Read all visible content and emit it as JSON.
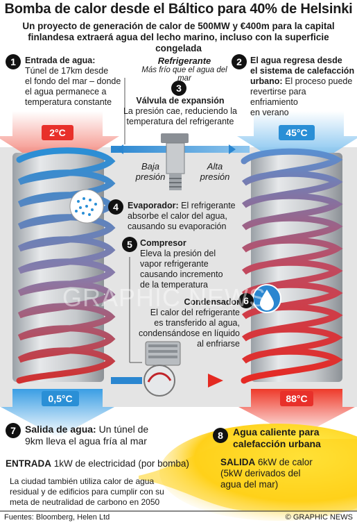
{
  "title": "Bomba de calor desde el Báltico para 40% de Helsinki",
  "subtitle_line1": "Un proyecto de generación de calor de 500MW y €400m para la capital",
  "subtitle_line2": "finlandesa extraerá agua del lecho marino, incluso con la superficie congelada",
  "steps": [
    {
      "num": "1",
      "title": "Entrada de agua:",
      "text_lines": [
        "Túnel de 17km desde",
        "el fondo del mar – donde",
        "el agua permanece a",
        "temperatura constante"
      ]
    },
    {
      "num": "2",
      "title_lines": [
        "El agua regresa desde",
        "el sistema de calefacción",
        "urbano:"
      ],
      "text_lines": [
        "El proceso puede",
        "revertirse para enfriamiento",
        "en verano"
      ]
    },
    {
      "num": "3",
      "title": "Válvula de expansión",
      "text_lines": [
        "La presión cae, reduciendo la",
        "temperatura del refrigerante"
      ]
    },
    {
      "num": "4",
      "title": "Evaporador:",
      "text_lines": [
        "El refrigerante",
        "absorbe el calor del agua,",
        "causando su evaporación"
      ]
    },
    {
      "num": "5",
      "title": "Compresor",
      "text_lines": [
        "Eleva la presión del",
        "vapor refrigerante",
        "causando incremento",
        "de la temperatura"
      ]
    },
    {
      "num": "6",
      "title": "Condensador",
      "text_lines": [
        "El calor del refrigerante",
        "es transferido al agua,",
        "condensándose en líquido",
        "al enfriarse"
      ]
    },
    {
      "num": "7",
      "title": "Salida de agua:",
      "text_lines": [
        "Un túnel de",
        "9km lleva el agua fría al mar"
      ]
    },
    {
      "num": "8",
      "title_lines": [
        "Agua caliente para",
        "calefacción urbana"
      ]
    }
  ],
  "refrigerant": {
    "title": "Refrigerante",
    "subtitle": "Más frío que el agua del mar"
  },
  "pressure": {
    "low_1": "Baja",
    "low_2": "presión",
    "high_1": "Alta",
    "high_2": "presión"
  },
  "temps": {
    "in_sea": "2°C",
    "in_return": "45°C",
    "out_sea": "0,5°C",
    "out_hot": "88°C"
  },
  "input": {
    "label": "ENTRADA",
    "text": "1kW de electricidad (por bomba)"
  },
  "output": {
    "label": "SALIDA",
    "text": "6kW de calor",
    "text_lines": [
      "(5kW derivados del",
      "agua del mar)"
    ]
  },
  "note_lines": [
    "La ciudad también utiliza calor de agua",
    "residual y de edificios para cumplir con su",
    "meta de neutralidad de carbono en 2050"
  ],
  "sources": "Fuentes: Bloomberg, Helen Ltd",
  "credit": "© GRAPHIC NEWS",
  "watermark": "GRAPHIC NEWS",
  "colors": {
    "cold": "#2a8fd6",
    "hot": "#e8302a",
    "bg_panel": "#e4e4e4",
    "dark": "#111111"
  }
}
